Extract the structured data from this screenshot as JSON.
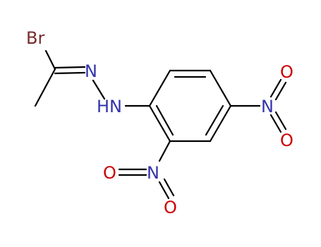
{
  "molecule": {
    "atoms": {
      "br": "Br",
      "n_imine": "N",
      "nh": "HN",
      "no2_top_n": "N",
      "no2_top_o1": "O",
      "no2_top_o2": "O",
      "no2_bottom_n": "N",
      "no2_bottom_o1": "O",
      "no2_bottom_o2": "O"
    },
    "colors": {
      "bond": "#000000",
      "bromine": "#7a2a2a",
      "nitrogen": "#3333aa",
      "oxygen": "#cc0000"
    }
  }
}
